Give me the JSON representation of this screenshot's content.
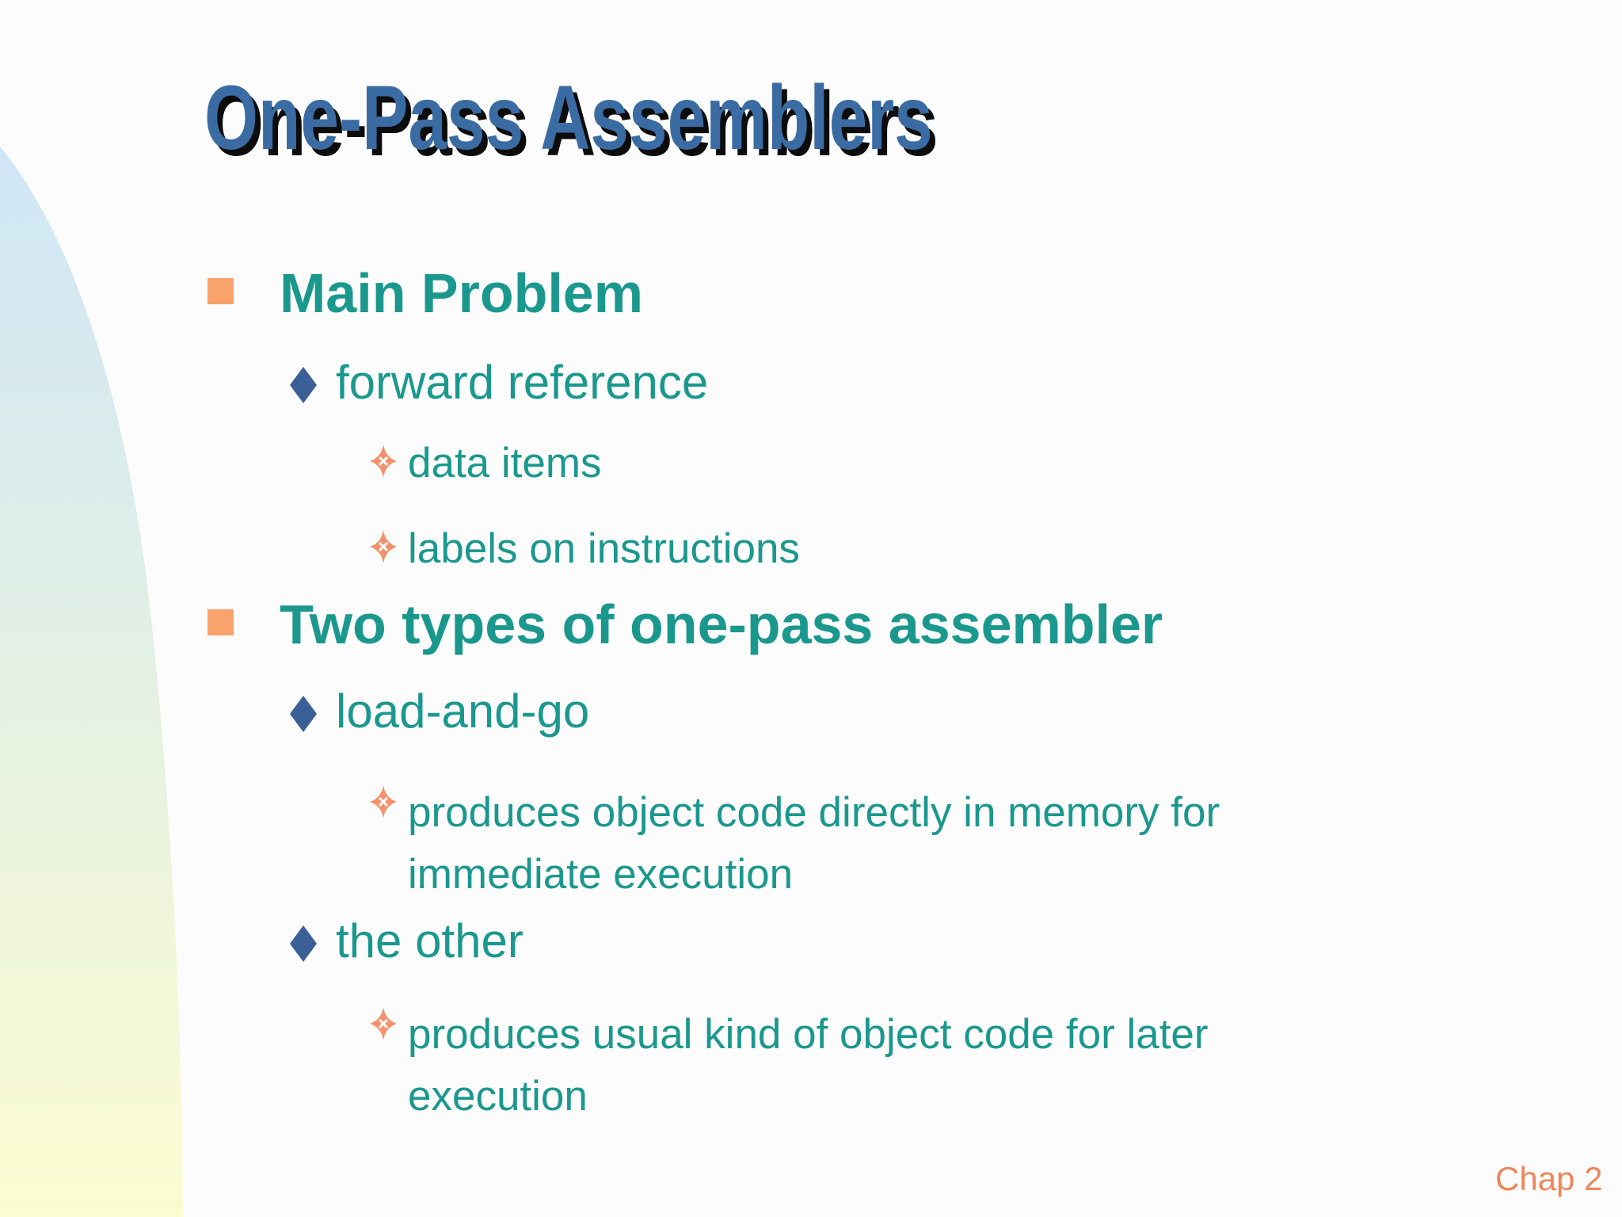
{
  "slide": {
    "title": "One-Pass Assemblers",
    "footer": "Chap 2",
    "colors": {
      "title_blue": "#3a6ca3",
      "title_shadow": "#0c0c0c",
      "body_teal": "#1b988e",
      "square_bullet_orange": "#f9a26c",
      "diamond_bullet_blue": "#3b5f97",
      "sparkle_bullet_orange": "#f5916a",
      "footer_orange": "#ef8659",
      "swoosh_top": "#cfe6f6",
      "swoosh_bottom": "#fbfcd0"
    },
    "bullets": [
      {
        "level": 1,
        "text": "Main Problem"
      },
      {
        "level": 2,
        "text": "forward reference"
      },
      {
        "level": 3,
        "text": "data items"
      },
      {
        "level": 3,
        "text": "labels on instructions"
      },
      {
        "level": 1,
        "text": "Two types of one-pass assembler"
      },
      {
        "level": 2,
        "text": "load-and-go"
      },
      {
        "level": 3,
        "lines": [
          "produces object code directly in memory for",
          "immediate execution"
        ]
      },
      {
        "level": 2,
        "text": "the other"
      },
      {
        "level": 3,
        "lines": [
          "produces usual kind of object code for later",
          "execution"
        ]
      }
    ]
  }
}
